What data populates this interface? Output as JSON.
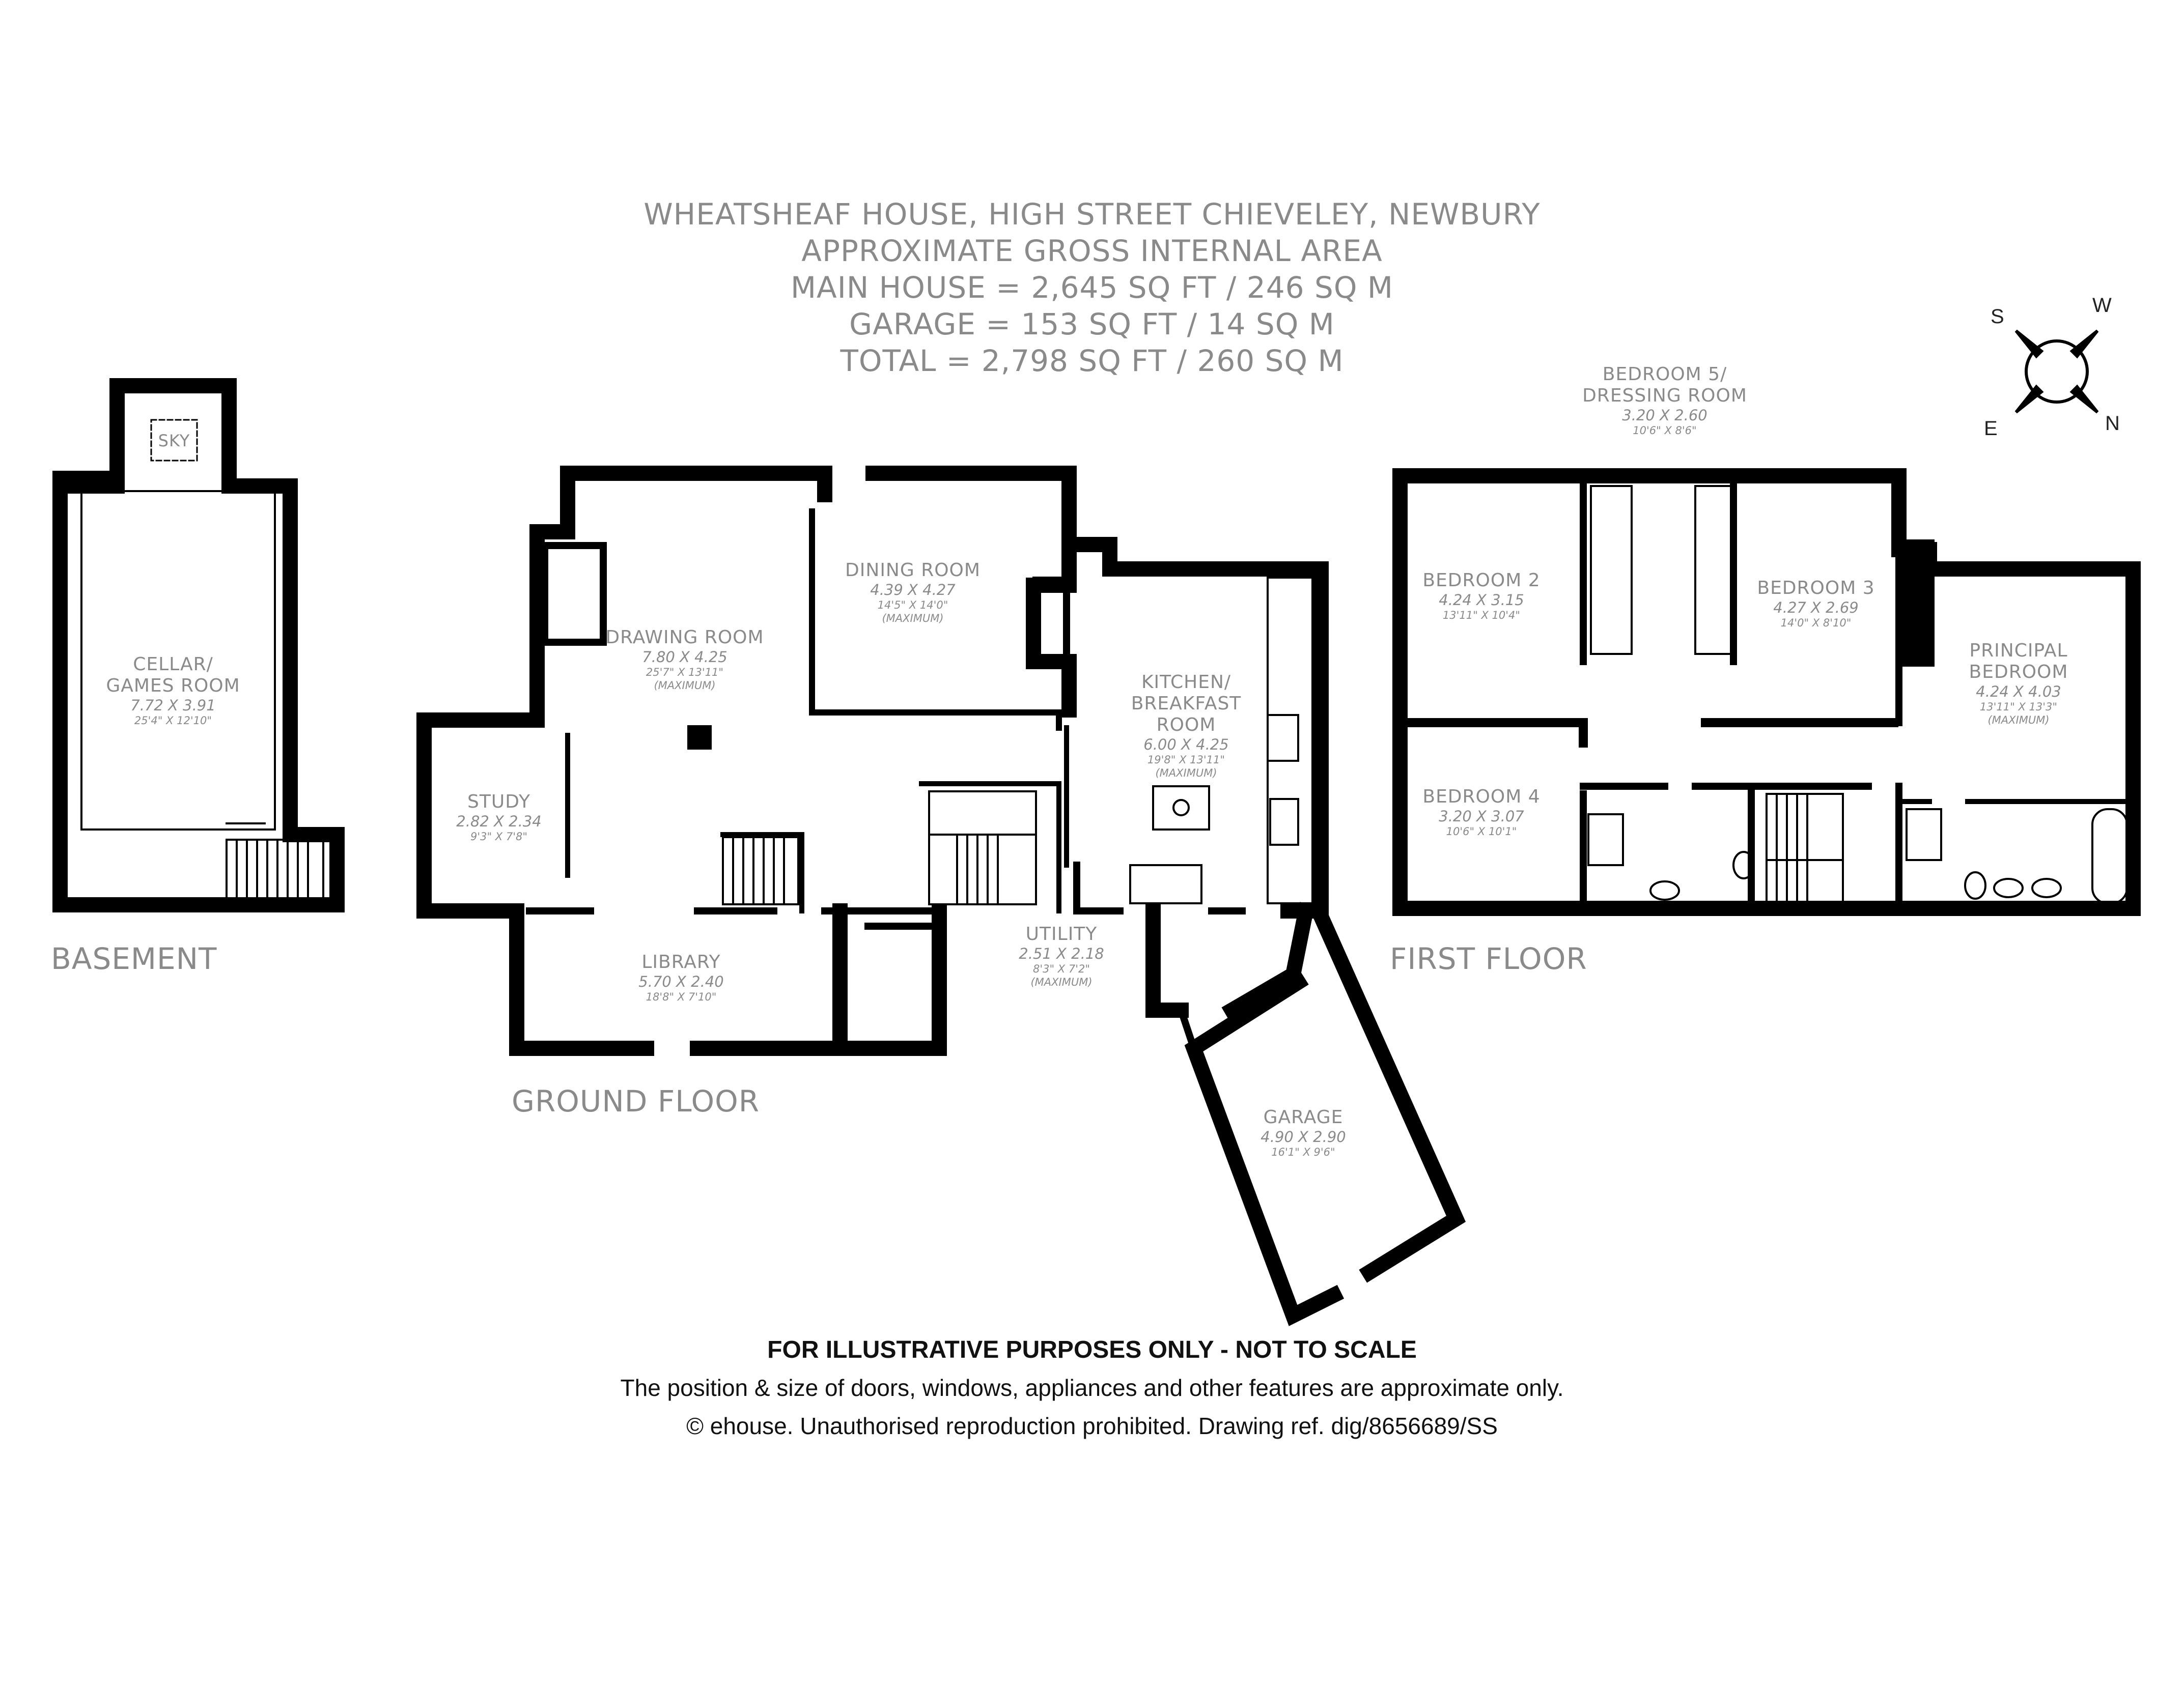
{
  "header": {
    "title": "WHEATSHEAF HOUSE, HIGH STREET CHIEVELEY, NEWBURY",
    "subtitle": "APPROXIMATE GROSS INTERNAL AREA",
    "main_house": "MAIN HOUSE = 2,645 SQ FT / 246 SQ M",
    "garage": "GARAGE = 153 SQ FT / 14 SQ M",
    "total": "TOTAL = 2,798 SQ FT / 260 SQ M"
  },
  "compass": {
    "n": "N",
    "s": "S",
    "e": "E",
    "w": "W"
  },
  "floors": {
    "basement": "BASEMENT",
    "ground": "GROUND FLOOR",
    "first": "FIRST FLOOR"
  },
  "skylight": "SKY",
  "rooms": {
    "cellar": {
      "name1": "CELLAR/",
      "name2": "GAMES ROOM",
      "metric": "7.72 X 3.91",
      "imperial": "25'4\" X 12'10\""
    },
    "drawing": {
      "name": "DRAWING ROOM",
      "metric": "7.80 X 4.25",
      "imperial": "25'7\" X 13'11\"",
      "note": "(MAXIMUM)"
    },
    "dining": {
      "name": "DINING ROOM",
      "metric": "4.39 X 4.27",
      "imperial": "14'5\" X 14'0\"",
      "note": "(MAXIMUM)"
    },
    "kitchen": {
      "name1": "KITCHEN/",
      "name2": "BREAKFAST",
      "name3": "ROOM",
      "metric": "6.00 X 4.25",
      "imperial": "19'8\" X 13'11\"",
      "note": "(MAXIMUM)"
    },
    "study": {
      "name": "STUDY",
      "metric": "2.82 X 2.34",
      "imperial": "9'3\" X 7'8\""
    },
    "library": {
      "name": "LIBRARY",
      "metric": "5.70 X 2.40",
      "imperial": "18'8\" X 7'10\""
    },
    "utility": {
      "name": "UTILITY",
      "metric": "2.51 X 2.18",
      "imperial": "8'3\" X 7'2\"",
      "note": "(MAXIMUM)"
    },
    "garage": {
      "name": "GARAGE",
      "metric": "4.90 X 2.90",
      "imperial": "16'1\" X 9'6\""
    },
    "bedroom5": {
      "name1": "BEDROOM 5/",
      "name2": "DRESSING ROOM",
      "metric": "3.20 X 2.60",
      "imperial": "10'6\" X 8'6\""
    },
    "bedroom2": {
      "name": "BEDROOM 2",
      "metric": "4.24 X 3.15",
      "imperial": "13'11\" X 10'4\""
    },
    "bedroom3": {
      "name": "BEDROOM 3",
      "metric": "4.27 X 2.69",
      "imperial": "14'0\" X 8'10\""
    },
    "bedroom4": {
      "name": "BEDROOM 4",
      "metric": "3.20 X 3.07",
      "imperial": "10'6\" X 10'1\""
    },
    "principal": {
      "name1": "PRINCIPAL",
      "name2": "BEDROOM",
      "metric": "4.24 X 4.03",
      "imperial": "13'11\" X 13'3\"",
      "note": "(MAXIMUM)"
    }
  },
  "disclaimer": {
    "line1": "FOR ILLUSTRATIVE PURPOSES ONLY - NOT TO SCALE",
    "line2": "The position & size of doors, windows, appliances and other features are approximate only.",
    "line3": "© ehouse. Unauthorised reproduction prohibited. Drawing ref. dig/8656689/SS"
  },
  "colors": {
    "wall": "#000000",
    "text": "#8a8a8a",
    "disclaimer": "#111111"
  }
}
